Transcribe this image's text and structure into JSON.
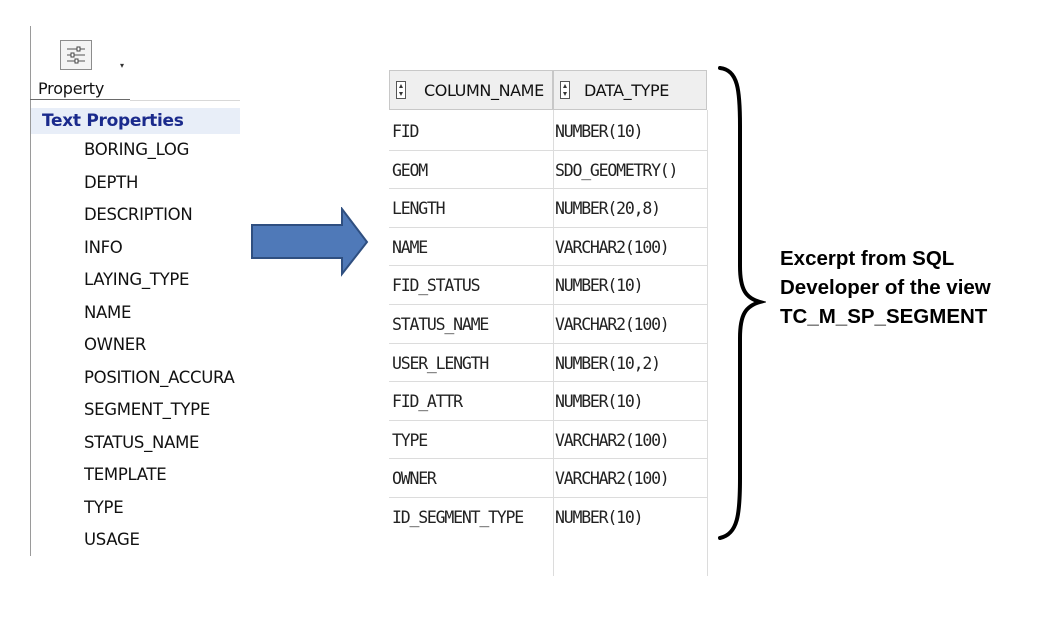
{
  "property_panel": {
    "button_label": "Property",
    "icon": "property-sliders-icon",
    "section_title": "Text Properties",
    "items": [
      "BORING_LOG",
      "DEPTH",
      "DESCRIPTION",
      "INFO",
      "LAYING_TYPE",
      "NAME",
      "OWNER",
      "POSITION_ACCURA",
      "SEGMENT_TYPE",
      "STATUS_NAME",
      "TEMPLATE",
      "TYPE",
      "USAGE"
    ]
  },
  "arrow": {
    "icon": "right-arrow-icon",
    "color": "#4f79b8"
  },
  "sql_table": {
    "headers": [
      "COLUMN_NAME",
      "DATA_TYPE"
    ],
    "rows": [
      [
        "FID",
        "NUMBER(10)"
      ],
      [
        "GEOM",
        "SDO_GEOMETRY()"
      ],
      [
        "LENGTH",
        "NUMBER(20,8)"
      ],
      [
        "NAME",
        "VARCHAR2(100)"
      ],
      [
        "FID_STATUS",
        "NUMBER(10)"
      ],
      [
        "STATUS_NAME",
        "VARCHAR2(100)"
      ],
      [
        "USER_LENGTH",
        "NUMBER(10,2)"
      ],
      [
        "FID_ATTR",
        "NUMBER(10)"
      ],
      [
        "TYPE",
        "VARCHAR2(100)"
      ],
      [
        "OWNER",
        "VARCHAR2(100)"
      ],
      [
        "ID_SEGMENT_TYPE",
        "NUMBER(10)"
      ]
    ]
  },
  "caption": {
    "lines": [
      "Excerpt from SQL",
      "Developer of the view",
      "TC_M_SP_SEGMENT"
    ]
  }
}
